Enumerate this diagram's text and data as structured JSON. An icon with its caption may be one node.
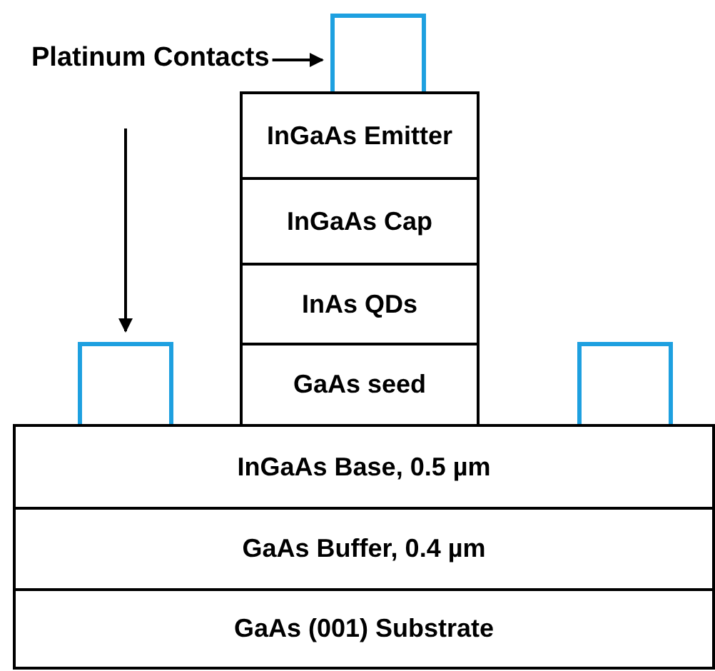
{
  "diagram": {
    "nodes": [
      {
        "text": [
          "Platinum Contacts"
        ]
      },
      {
        "text": [],
        "shape": "box"
      },
      {
        "text": [
          "InGaAs Emitter"
        ]
      },
      {
        "text": [
          "InGaAs Cap"
        ]
      },
      {
        "text": [
          "InAs QDs"
        ]
      },
      {
        "text": [],
        "shape": "box"
      },
      {
        "text": [
          "GaAs seed"
        ]
      },
      {
        "text": [],
        "shape": "box"
      },
      {
        "text": [
          "InGaAs Base, 0.5 µm"
        ]
      },
      {
        "text": [
          "GaAs Buffer, 0.4 µm"
        ]
      },
      {
        "text": [
          "GaAs (001) Substrate"
        ]
      }
    ],
    "edges": [
      {
        "from": 0,
        "to": 1,
        "arrow": "to"
      },
      {
        "from": 0,
        "to": 5,
        "arrow": "to"
      }
    ]
  }
}
